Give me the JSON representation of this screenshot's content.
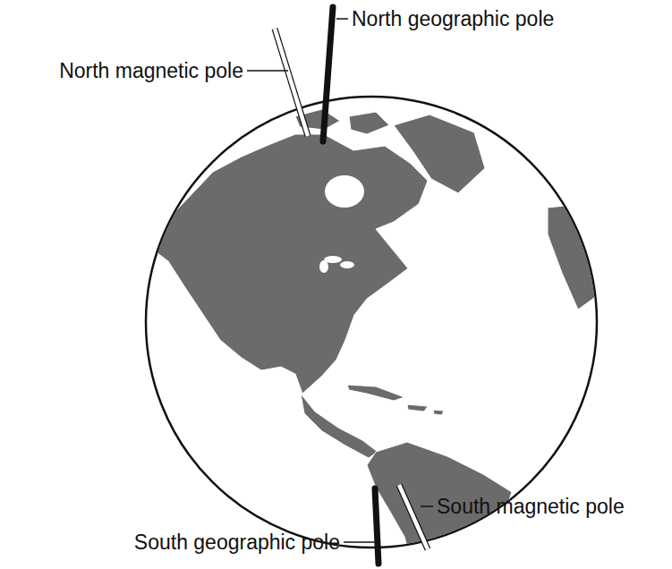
{
  "diagram": {
    "labels": [
      "North geographic pole",
      "North magnetic pole",
      "South magnetic pole",
      "South geographic pole"
    ]
  }
}
